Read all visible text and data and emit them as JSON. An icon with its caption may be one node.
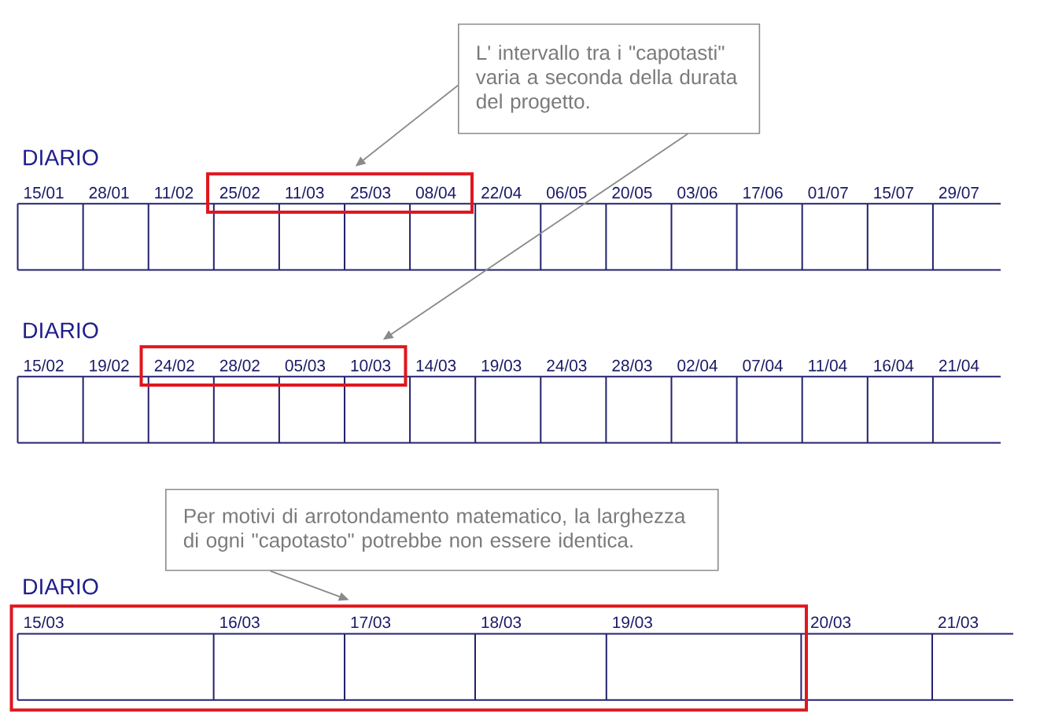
{
  "diagram": {
    "nodes": [
      {
        "text": [
          "L' intervallo tra i \"capotasti\" varia a seconda della durata del progetto."
        ]
      },
      {
        "text": [],
        "shape": "box"
      },
      {
        "text": [],
        "shape": "box"
      },
      {
        "text": [
          "Per motivi di arrotondamento matematico, la larghezza di ogni \"capotasto\" potrebbe non essere identica."
        ]
      },
      {
        "text": [],
        "shape": "box"
      }
    ],
    "edges": [
      {
        "from": 0,
        "to": 1,
        "arrow": "to"
      },
      {
        "from": 0,
        "to": 2,
        "arrow": "to"
      },
      {
        "from": 3,
        "to": 4,
        "arrow": "to"
      }
    ],
    "labels": [
      "DIARIO",
      "15/01",
      "28/01",
      "11/02",
      "25/02",
      "11/03",
      "25/03",
      "08/04",
      "22/04",
      "06/05",
      "20/05",
      "03/06",
      "17/06",
      "01/07",
      "15/07",
      "29/07",
      "DIARIO",
      "15/02",
      "19/02",
      "24/02",
      "28/02",
      "05/03",
      "10/03",
      "14/03",
      "19/03",
      "24/03",
      "28/03",
      "02/04",
      "07/04",
      "11/04",
      "16/04",
      "21/04",
      "DIARIO",
      "15/03",
      "16/03",
      "17/03",
      "18/03",
      "19/03",
      "20/03",
      "21/03"
    ]
  }
}
